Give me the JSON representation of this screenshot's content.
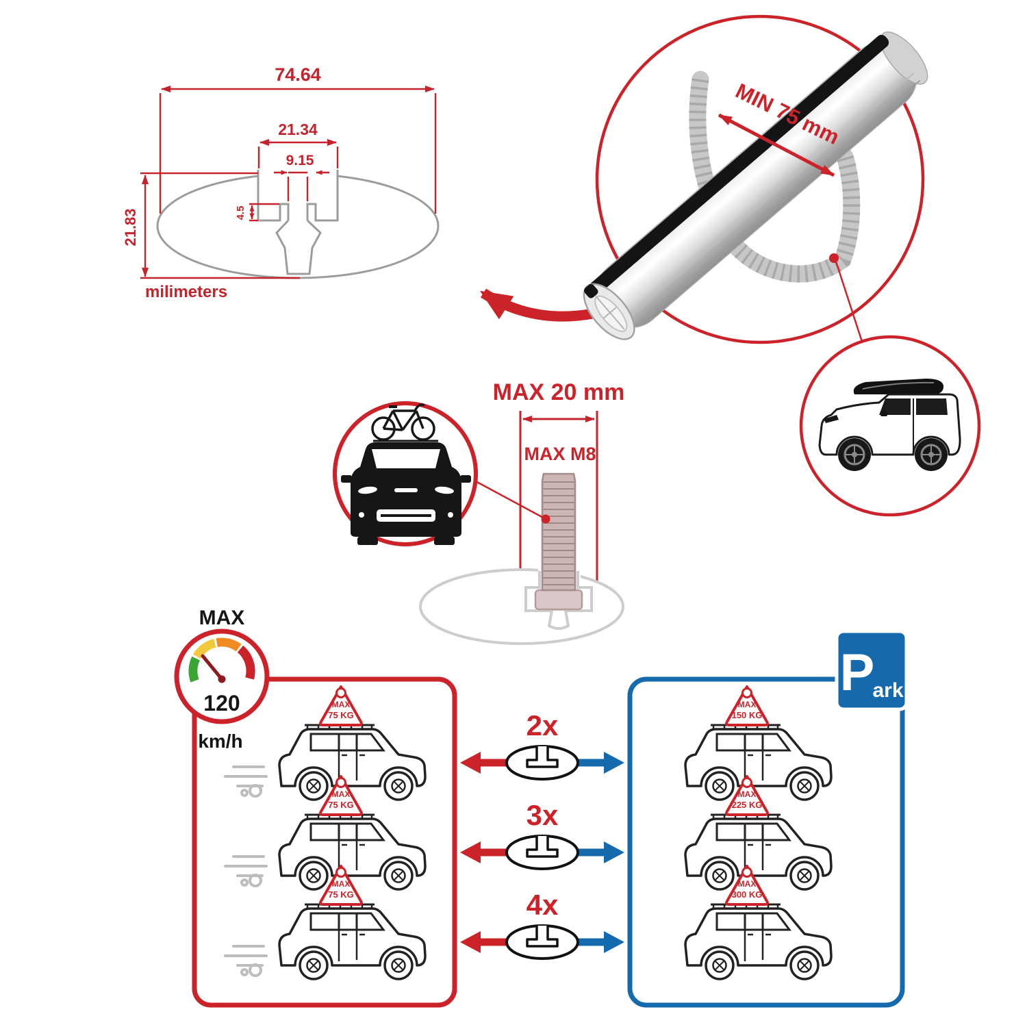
{
  "colors": {
    "red": "#cc2229",
    "dim_red": "#c4232b",
    "blue": "#1569ad",
    "gray": "#9c9c9c",
    "black": "#151515"
  },
  "dimension_drawing": {
    "total_width": "74.64",
    "outer_slot_width": "21.34",
    "inner_slot_width": "9.15",
    "lip_depth": "4.5",
    "total_height": "21.83",
    "units": "milimeters"
  },
  "bar_detail": {
    "min_span": "MIN 75 mm"
  },
  "bolt": {
    "max_width": "MAX 20 mm",
    "max_thread": "MAX M8"
  },
  "speedometer": {
    "top_label": "MAX",
    "value": "120",
    "units": "km/h"
  },
  "park_sign": {
    "letter": "P",
    "rest": "ark"
  },
  "driving_cars": [
    {
      "sign_top": "MAX",
      "sign_value": "75 KG"
    },
    {
      "sign_top": "MAX",
      "sign_value": "75 KG"
    },
    {
      "sign_top": "MAX",
      "sign_value": "75 KG"
    }
  ],
  "parked_cars": [
    {
      "sign_top": "MAX",
      "sign_value": "150 KG"
    },
    {
      "sign_top": "MAX",
      "sign_value": "225 KG"
    },
    {
      "sign_top": "MAX",
      "sign_value": "300 KG"
    }
  ],
  "bar_counts": [
    {
      "label": "2x"
    },
    {
      "label": "3x"
    },
    {
      "label": "4x"
    }
  ]
}
